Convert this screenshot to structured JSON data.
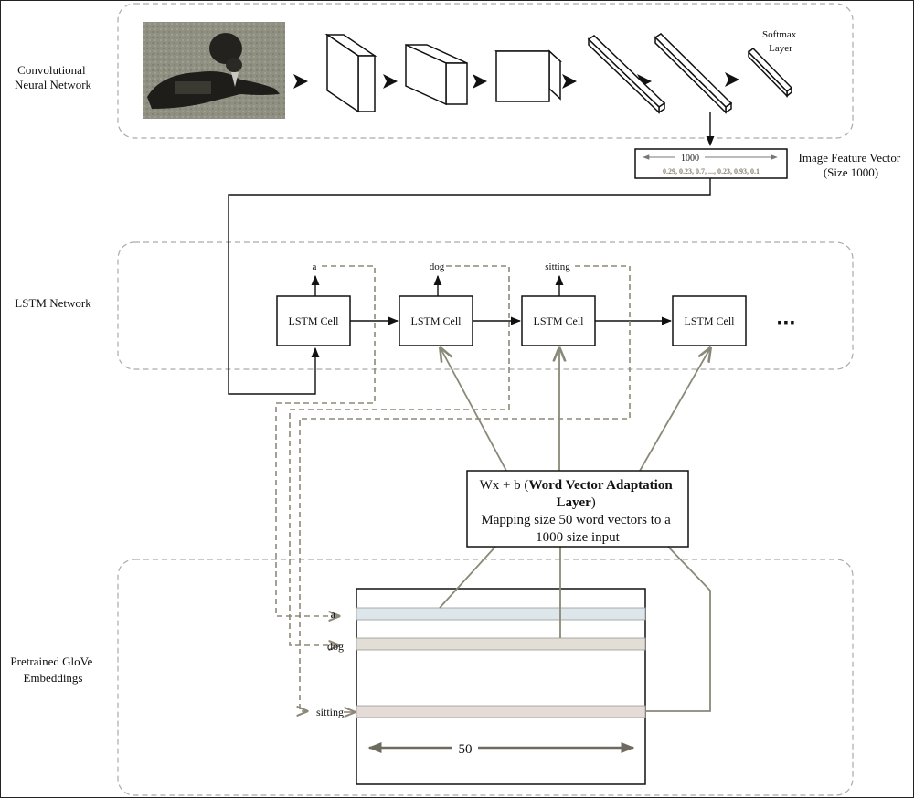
{
  "sections": {
    "cnn": "Convolutional\nNeural Network",
    "lstm": "LSTM Network",
    "glove": "Pretrained GloVe\nEmbeddings"
  },
  "softmax_label": "Softmax\nLayer",
  "feature_vector": {
    "caption": "Image Feature Vector\n(Size 1000)",
    "size": "1000",
    "values": "0.29, 0.23, 0.7, ..., 0.23, 0.93, 0.1"
  },
  "lstm_cells": [
    {
      "label": "LSTM Cell",
      "output": "a"
    },
    {
      "label": "LSTM Cell",
      "output": "dog"
    },
    {
      "label": "LSTM Cell",
      "output": "sitting"
    },
    {
      "label": "LSTM Cell",
      "output": ""
    }
  ],
  "ellipsis": "▪▪▪",
  "adaptation": {
    "prefix": "Wx + b (",
    "bold": "Word Vector Adaptation",
    "bold2": "Layer",
    "suffix": ")",
    "line3": "Mapping size 50 word vectors to a",
    "line4": "1000 size input"
  },
  "glove_words": [
    "a",
    "dog",
    "sitting"
  ],
  "glove_dim": "50",
  "colors": {
    "row_a": "#dde6ea",
    "row_dog": "#e2ddd5",
    "row_sitting": "#e6dcd7",
    "dashed_path": "#8d8877",
    "adapt_arrows": "#8a8877"
  }
}
